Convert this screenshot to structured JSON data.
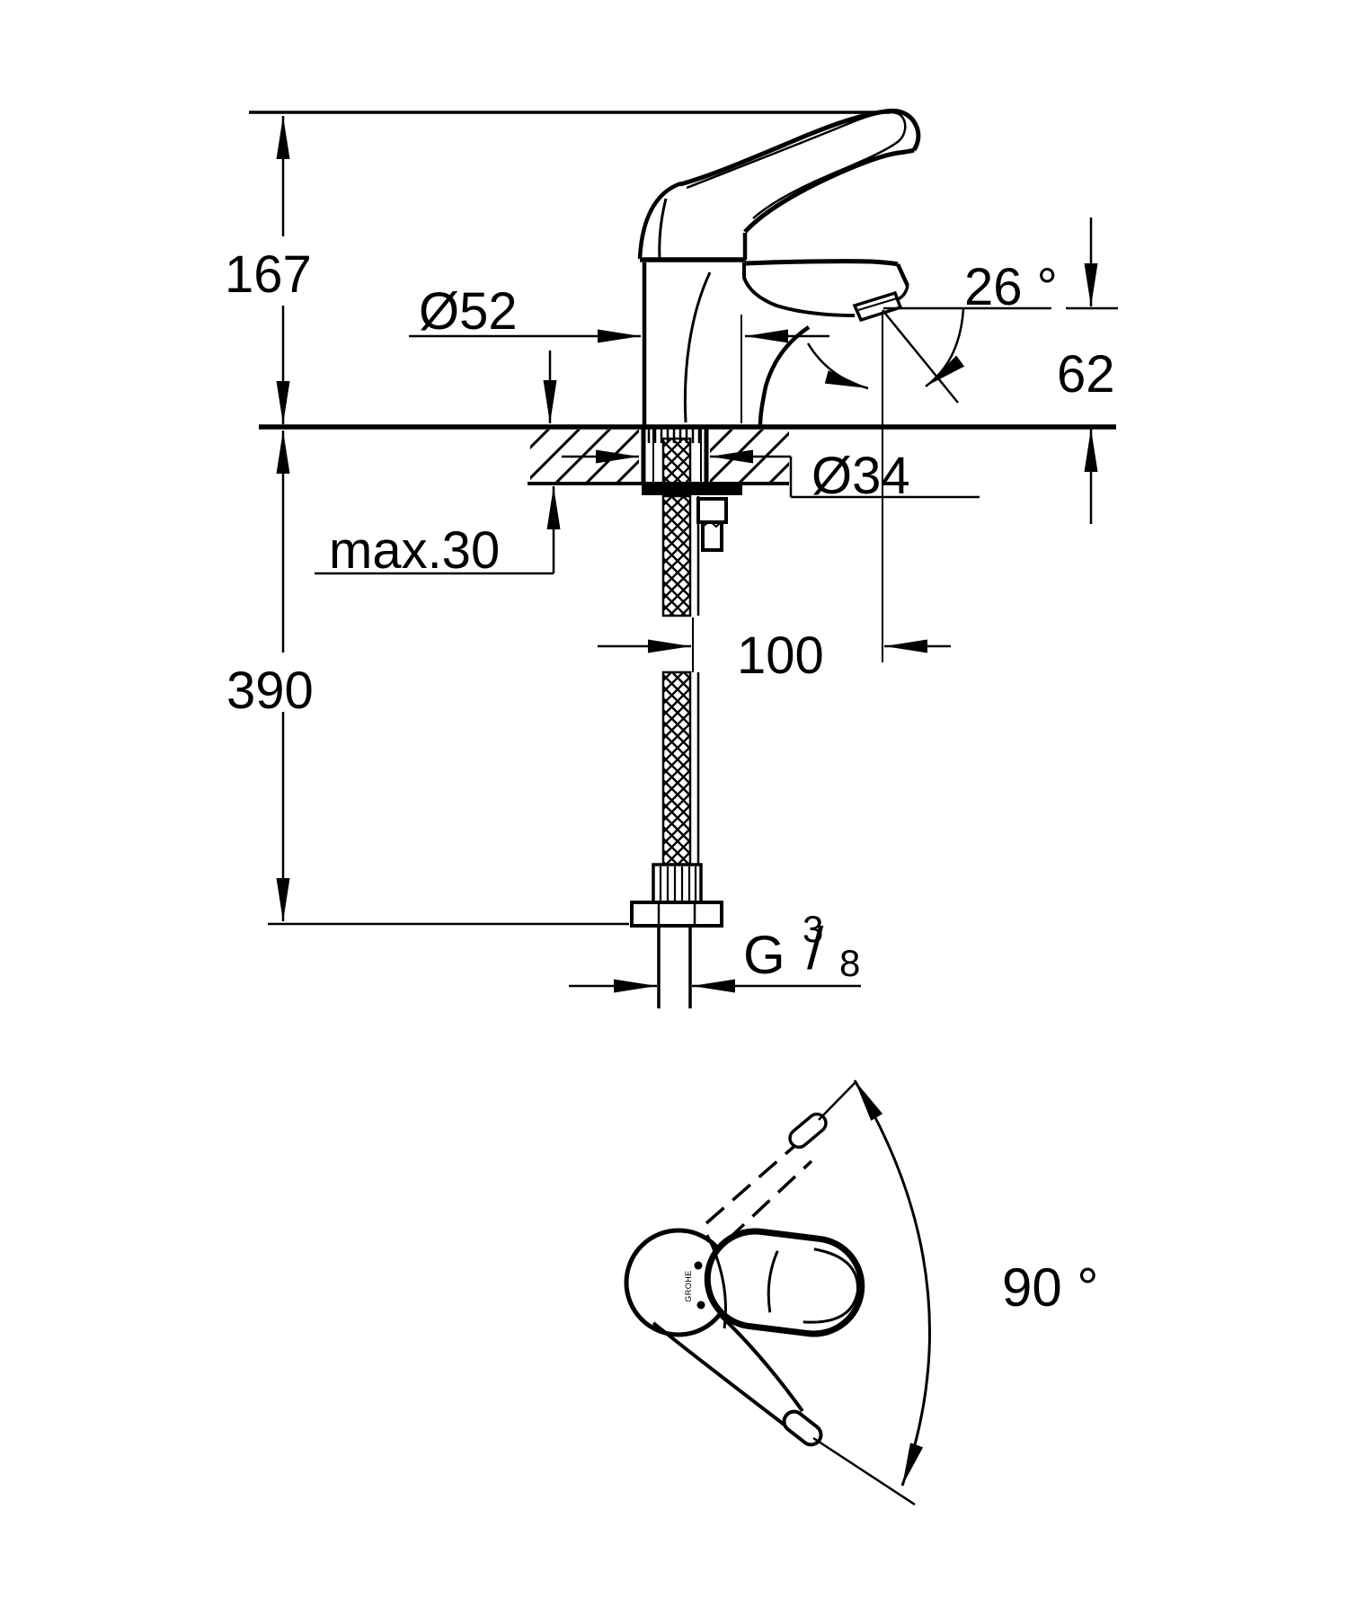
{
  "drawing": {
    "front_view": {
      "dim_overall_height": "167",
      "dim_body_diameter": "Ø52",
      "dim_spout_angle": "26 °",
      "dim_spout_height": "62",
      "dim_hole_diameter": "Ø34",
      "dim_max_deck_thickness": "max.30",
      "dim_hose_length": "390",
      "dim_projection": "100",
      "thread": {
        "g": "G",
        "numerator": "3",
        "slash": "/",
        "denominator": "8"
      }
    },
    "top_view": {
      "dim_swivel_angle": "90 °",
      "logo": "GROHE"
    },
    "line_color": "#000000",
    "background_color": "#ffffff"
  }
}
